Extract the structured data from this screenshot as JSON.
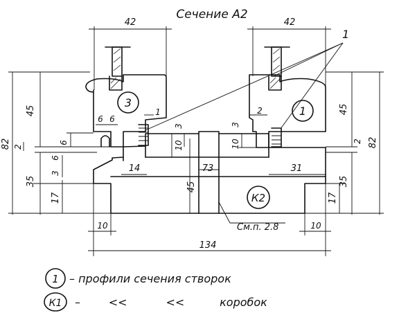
{
  "title": "Сечение А2",
  "dimensions": {
    "left_width": "42",
    "right_width": "42",
    "left_45": "45",
    "right_45": "45",
    "left_82": "82",
    "right_82": "82",
    "left_2": "2",
    "right_2": "2",
    "left_35": "35",
    "right_35": "35",
    "left_17": "17",
    "right_17": "17",
    "left_6a": "6",
    "left_6b": "6",
    "left_6c": "6",
    "left_6d": "6",
    "left_3": "3",
    "left_1": "1",
    "left_3b": "3",
    "left_10": "10",
    "left_14": "14",
    "center_73": "73",
    "center_45": "45",
    "right_3": "3",
    "right_2b": "2",
    "right_10": "10",
    "right_31": "31",
    "bottom_left_10": "10",
    "bottom_right_10": "10",
    "bottom_134": "134"
  },
  "callouts": {
    "leader_1": "1",
    "profile_left": "3",
    "profile_right": "1",
    "profile_box": "К2",
    "note": "См.п. 2.8"
  },
  "legend": [
    {
      "symbol": "1",
      "text": "– профили сечения  створок"
    },
    {
      "symbol": "К1",
      "text": "–        <<           <<          коробок"
    }
  ]
}
